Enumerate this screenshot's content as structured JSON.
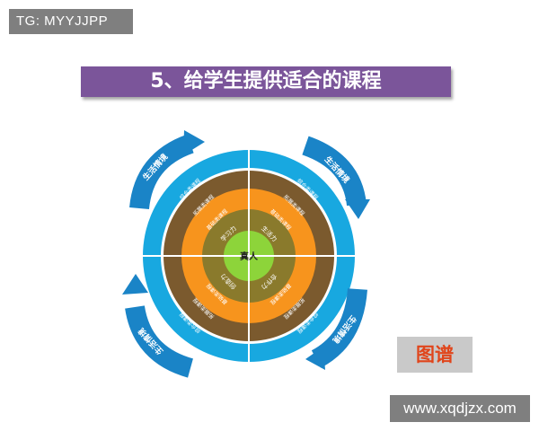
{
  "watermark_top": "TG: MYYJJPP",
  "title": "5、给学生提供适合的课程",
  "center": "真人",
  "arrow_labels": [
    "生活情境",
    "生活情境",
    "生活情境",
    "生活情境"
  ],
  "quadrant_labels": {
    "top_left": {
      "ring1": "学习力",
      "ring2": "基础类课程",
      "ring3": "拓展类课程",
      "ring4": "综合类课程"
    },
    "top_right": {
      "ring1": "生活力",
      "ring2": "基础类课程",
      "ring3": "拓展类课程",
      "ring4": "综合类课程"
    },
    "bottom_left": {
      "ring1": "创造力",
      "ring2": "基础类课程",
      "ring3": "拓展类课程",
      "ring4": "综合类课程"
    },
    "bottom_right": {
      "ring1": "合作力",
      "ring2": "基础类课程",
      "ring3": "拓展类课程",
      "ring4": "综合类课程"
    }
  },
  "tupu_label": "图谱",
  "site": "www.xqdjzx.com",
  "colors": {
    "outer_ring": "#18a8e0",
    "ring_white": "#ffffff",
    "ring3_left": "#f7941d",
    "ring3_right": "#7b5a2e",
    "ring2": "#f7941d",
    "ring1_left": "#8a7a2c",
    "ring1_right": "#8a7a2c",
    "center": "#8dd43a",
    "arrow": "#1a84c7",
    "title_bg": "#7b559a"
  }
}
